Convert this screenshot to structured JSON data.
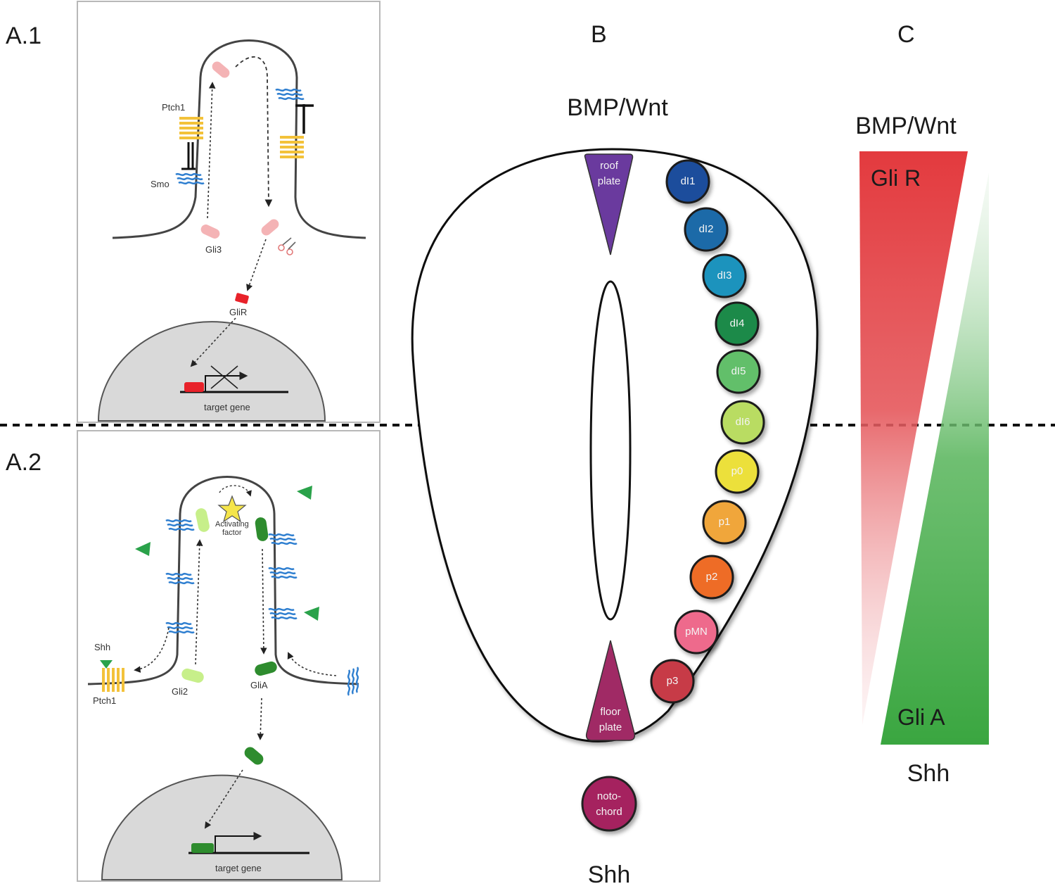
{
  "panels": {
    "a1": "A.1",
    "a2": "A.2",
    "b": "B",
    "c": "C"
  },
  "panel_a1": {
    "ptch1": "Ptch1",
    "smo": "Smo",
    "gli3": "Gli3",
    "glir": "GliR",
    "target_gene": "target gene"
  },
  "panel_a2": {
    "shh": "Shh",
    "ptch1": "Ptch1",
    "gli2": "Gli2",
    "glia": "GliA",
    "activating_line1": "Activating",
    "activating_line2": "factor",
    "target_gene": "target gene"
  },
  "panel_b": {
    "top_signal": "BMP/Wnt",
    "bottom_signal": "Shh",
    "roof_plate_1": "roof",
    "roof_plate_2": "plate",
    "floor_plate_1": "floor",
    "floor_plate_2": "plate",
    "notochord_1": "noto-",
    "notochord_2": "chord",
    "domains": [
      {
        "label": "dI1",
        "color": "#1f4e9c"
      },
      {
        "label": "dI2",
        "color": "#1d6aa8"
      },
      {
        "label": "dI3",
        "color": "#1f93bd"
      },
      {
        "label": "dI4",
        "color": "#1a8a4a"
      },
      {
        "label": "dI5",
        "color": "#62bf6a"
      },
      {
        "label": "dI6",
        "color": "#b9dc62"
      },
      {
        "label": "p0",
        "color": "#ece03a"
      },
      {
        "label": "p1",
        "color": "#f0a63a"
      },
      {
        "label": "p2",
        "color": "#ee6c26"
      },
      {
        "label": "pMN",
        "color": "#ee6b8c"
      },
      {
        "label": "p3",
        "color": "#c73a46"
      }
    ],
    "colors": {
      "roof_plate": "#6a3a9e",
      "floor_plate": "#a02a65",
      "notochord": "#a5245e"
    }
  },
  "panel_c": {
    "top_signal": "BMP/Wnt",
    "bottom_signal": "Shh",
    "gli_r": "Gli R",
    "gli_a": "Gli A",
    "colors": {
      "gli_r": "#e33a3e",
      "gli_a": "#3aa640"
    }
  }
}
